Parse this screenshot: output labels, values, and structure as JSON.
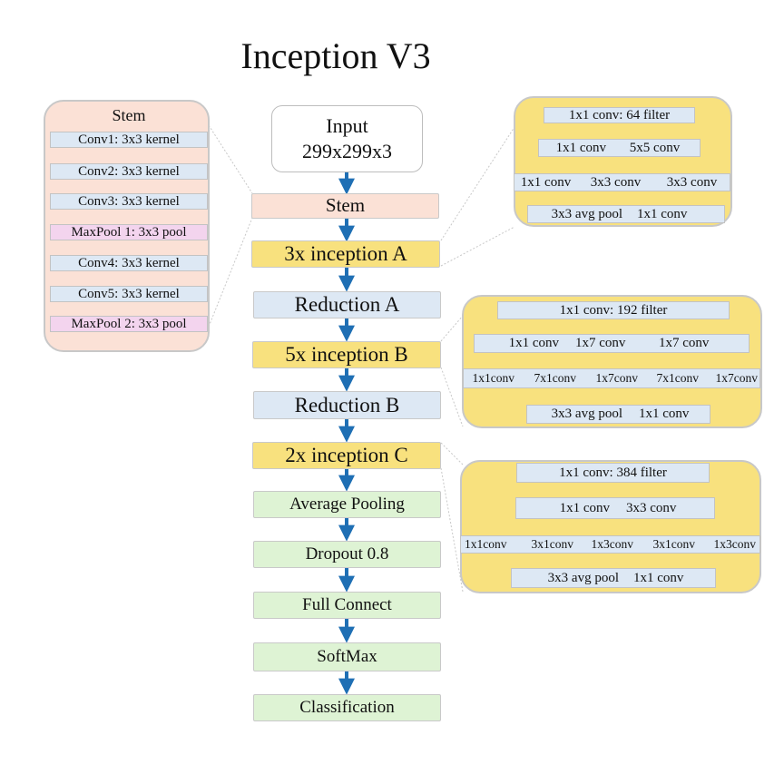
{
  "title": "Inception V3",
  "main": {
    "input_line1": "Input",
    "input_line2": "299x299x3",
    "stem": "Stem",
    "inception_a": "3x inception A",
    "reduction_a": "Reduction A",
    "inception_b": "5x inception B",
    "reduction_b": "Reduction B",
    "inception_c": "2x inception C",
    "avg_pool": "Average Pooling",
    "dropout": "Dropout 0.8",
    "full_connect": "Full Connect",
    "softmax": "SoftMax",
    "classification": "Classification"
  },
  "stem_panel": {
    "title": "Stem",
    "layers": [
      "Conv1: 3x3 kernel",
      "Conv2: 3x3 kernel",
      "Conv3: 3x3 kernel",
      "MaxPool 1: 3x3 pool",
      "Conv4: 3x3 kernel",
      "Conv5: 3x3 kernel",
      "MaxPool 2: 3x3 pool"
    ]
  },
  "inception_a_panel": {
    "branch1": "1x1 conv: 64 filter",
    "branch2": [
      "1x1 conv",
      "5x5 conv"
    ],
    "branch3": [
      "1x1 conv",
      "3x3 conv",
      "3x3 conv"
    ],
    "branch4": [
      "3x3 avg pool",
      "1x1 conv"
    ]
  },
  "inception_b_panel": {
    "branch1": "1x1 conv: 192 filter",
    "branch2": [
      "1x1 conv",
      "1x7 conv",
      "1x7 conv"
    ],
    "branch3": [
      "1x1conv",
      "7x1conv",
      "1x7conv",
      "7x1conv",
      "1x7conv"
    ],
    "branch4": [
      "3x3 avg pool",
      "1x1 conv"
    ]
  },
  "inception_c_panel": {
    "branch1": "1x1 conv: 384 filter",
    "branch2": [
      "1x1 conv",
      "3x3 conv"
    ],
    "branch3": [
      "1x1conv",
      "3x1conv",
      "1x3conv",
      "3x1conv",
      "1x3conv"
    ],
    "branch4": [
      "3x3 avg pool",
      "1x1 conv"
    ]
  },
  "colors": {
    "stem": "#fbe1d6",
    "inception": "#f8e17e",
    "reduction": "#dde8f4",
    "head": "#def3d4",
    "maxpool": "#f3d4ee",
    "arrow": "#1f6fb4"
  }
}
